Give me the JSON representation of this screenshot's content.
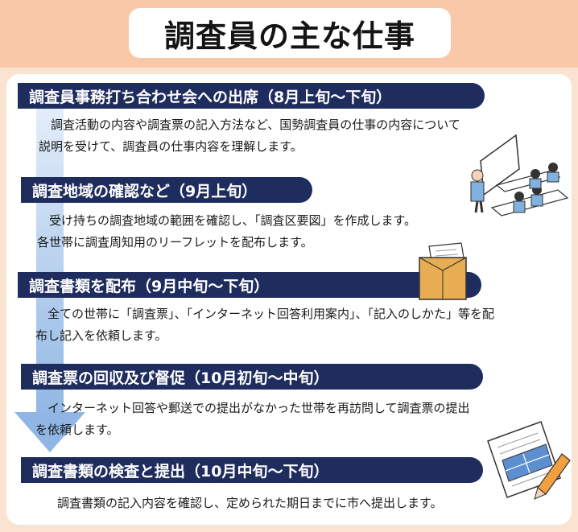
{
  "title": "調査員の主な仕事",
  "steps": [
    {
      "heading": "調査員事務打ち合わせ会への出席（8月上旬～下旬）",
      "body": "　調査活動の内容や調査票の記入方法など、国勢調査員の仕事の内容について\n説明を受けて、調査員の仕事内容を理解します。"
    },
    {
      "heading": "調査地域の確認など（9月上旬）",
      "body": "　受け持ちの調査地域の範囲を確認し、「調査区要図」を作成します。\n各世帯に調査周知用のリーフレットを配布します。"
    },
    {
      "heading": "調査書類を配布（9月中旬～下旬）",
      "body": "　全ての世帯に「調査票」、「インターネット回答利用案内」、「記入のしかた」等を配\n布し記入を依頼します。"
    },
    {
      "heading": "調査票の回収及び督促（10月初旬～中旬）",
      "body": "　インターネット回答や郵送での提出がなかった世帯を再訪問して調査票の提出\nを依頼します。"
    },
    {
      "heading": "調査書類の検査と提出（10月中旬～下旬）",
      "body": "　調査書類の記入内容を確認し、定められた期日までに市へ提出します。"
    }
  ],
  "icons": {
    "meeting": "meeting-illustration",
    "envelope": "envelope-illustration",
    "document": "document-pencil-illustration"
  },
  "colors": {
    "background": "#fbe3d2",
    "header_band": "#f8c8a8",
    "step_heading": "#1f2d5e",
    "flow_arrow": "#8fb6e4"
  }
}
